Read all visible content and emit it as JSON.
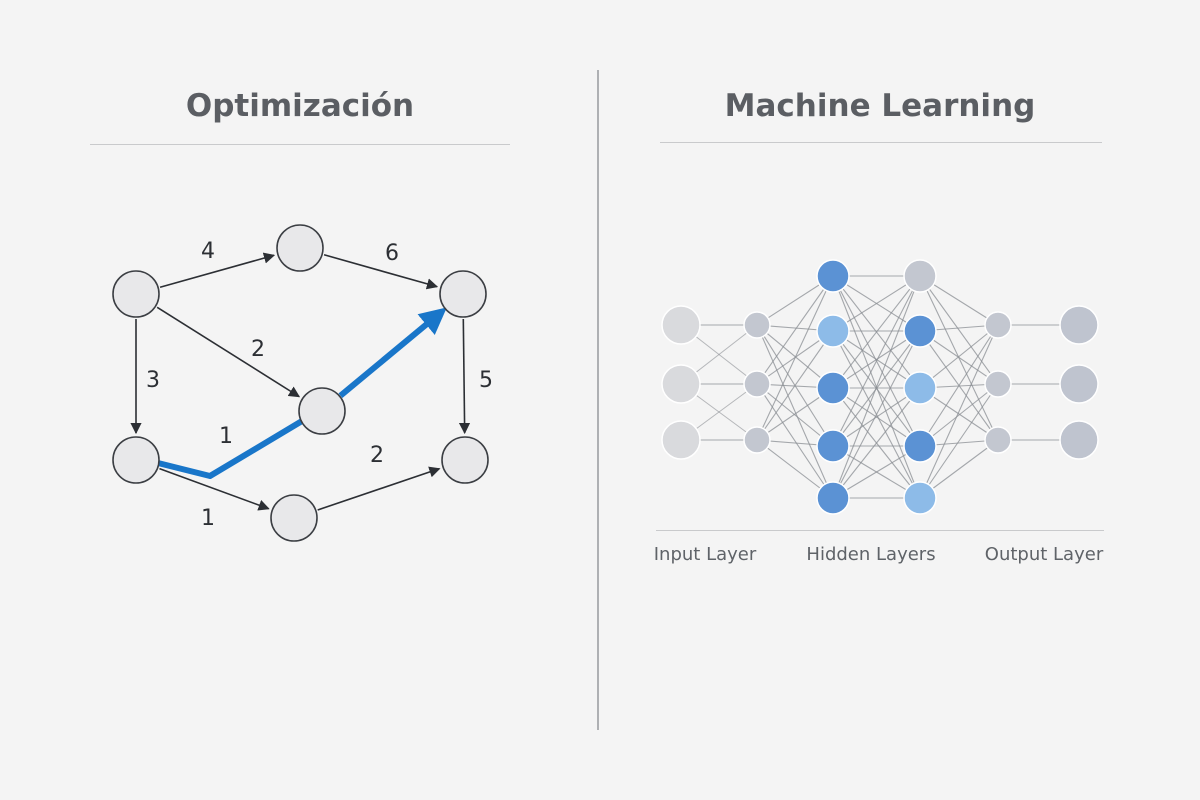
{
  "optimization": {
    "title": "Optimización",
    "graph": {
      "nodes": [
        {
          "id": "a",
          "name": "graph-node"
        },
        {
          "id": "b",
          "name": "graph-node"
        },
        {
          "id": "c",
          "name": "graph-node"
        },
        {
          "id": "d",
          "name": "graph-node"
        },
        {
          "id": "e",
          "name": "graph-node"
        },
        {
          "id": "f",
          "name": "graph-node"
        },
        {
          "id": "g",
          "name": "graph-node"
        }
      ],
      "edges": [
        {
          "from": "a",
          "to": "b",
          "weight": "4"
        },
        {
          "from": "b",
          "to": "c",
          "weight": "6"
        },
        {
          "from": "a",
          "to": "e",
          "weight": "2"
        },
        {
          "from": "a",
          "to": "d",
          "weight": "3"
        },
        {
          "from": "c",
          "to": "f",
          "weight": "5"
        },
        {
          "from": "d",
          "to": "e",
          "weight": "1",
          "highlighted": true
        },
        {
          "from": "e",
          "to": "c",
          "weight": "",
          "highlighted": true
        },
        {
          "from": "d",
          "to": "g",
          "weight": "1"
        },
        {
          "from": "g",
          "to": "f",
          "weight": "2"
        }
      ],
      "highlight_color": "#1976c9"
    }
  },
  "machine_learning": {
    "title": "Machine Learning",
    "layer_labels": {
      "input": "Input Layer",
      "hidden": "Hidden Layers",
      "output": "Output Layer"
    },
    "network": {
      "layers": [
        {
          "role": "input",
          "nodes": 3,
          "colors": [
            "#d9dadd",
            "#d9dadd",
            "#d9dadd"
          ]
        },
        {
          "role": "input-adapter",
          "nodes": 3,
          "colors": [
            "#c3c7d0",
            "#c3c7d0",
            "#c3c7d0"
          ]
        },
        {
          "role": "hidden",
          "nodes": 5,
          "colors": [
            "#5b92d4",
            "#8dbbe8",
            "#5b92d4",
            "#5b92d4",
            "#5b92d4"
          ]
        },
        {
          "role": "hidden",
          "nodes": 5,
          "colors": [
            "#c3c7d0",
            "#5b92d4",
            "#8dbbe8",
            "#5b92d4",
            "#8dbbe8"
          ]
        },
        {
          "role": "output-adapter",
          "nodes": 3,
          "colors": [
            "#c3c7d0",
            "#c3c7d0",
            "#c3c7d0"
          ]
        },
        {
          "role": "output",
          "nodes": 3,
          "colors": [
            "#bfc4cf",
            "#bfc4cf",
            "#bfc4cf"
          ]
        }
      ],
      "edge_color": "#8a8d93"
    }
  }
}
